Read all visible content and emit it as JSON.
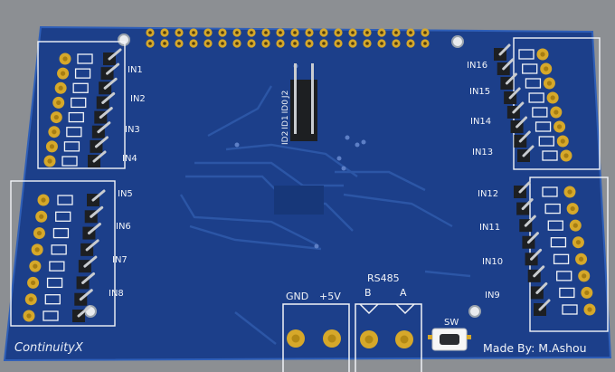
{
  "board": {
    "brand": "ContinuityX",
    "credit": "Made By: M.Ashou",
    "left_inputs": [
      "IN1",
      "IN2",
      "IN3",
      "IN4",
      "IN5",
      "IN6",
      "IN7",
      "IN8"
    ],
    "right_inputs": [
      "IN16",
      "IN15",
      "IN14",
      "IN13",
      "IN12",
      "IN11",
      "IN10",
      "IN9"
    ],
    "jumper_labels": [
      "ID2",
      "ID1",
      "ID0",
      "J2"
    ],
    "rs485": {
      "title": "RS485",
      "b": "B",
      "a": "A"
    },
    "power": {
      "gnd": "GND",
      "vcc": "+5V"
    },
    "switch_label": "SW"
  },
  "colors": {
    "background": "#8c8f93",
    "pcb": "#1c3f8a",
    "pcb_edge": "#2f5fb8",
    "trace": "#2c56a6",
    "silkscreen": "#f2f4f8",
    "gold": "#d6a82a",
    "header_black": "#1d1f22"
  }
}
